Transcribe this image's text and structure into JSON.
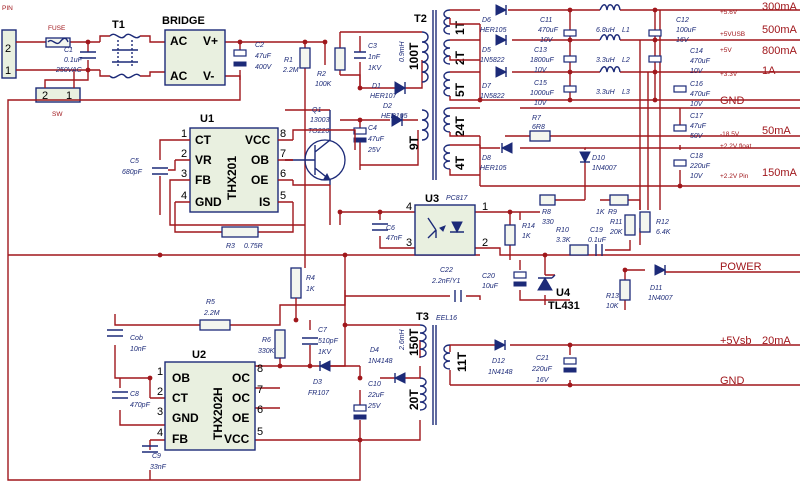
{
  "connectors": {
    "pin": {
      "title": "PIN",
      "pin1": "1",
      "pin2": "2"
    },
    "sw": {
      "title": "SW",
      "pin1": "1",
      "pin2": "2"
    }
  },
  "input": {
    "fuse": "FUSE",
    "c1_name": "C1",
    "c1_val1": "0.1uF",
    "c1_val2": "250VAC",
    "t1": "T1",
    "bridge": "BRIDGE",
    "ac1": "AC",
    "ac2": "AC",
    "vplus": "V+",
    "vminus": "V-",
    "c2_name": "C2",
    "c2_val1": "47uF",
    "c2_val2": "400V",
    "r1_name": "R1",
    "r1_val": "2.2M",
    "r2_name": "R2",
    "r2_val": "100K",
    "c3_name": "C3",
    "c3_val1": "1nF",
    "c3_val2": "1KV",
    "d1_name": "D1",
    "d1_val": "HER107",
    "q1_name": "Q1",
    "q1_val1": "13003",
    "q1_val2": "TO220",
    "d2_name": "D2",
    "d2_val": "HER105",
    "c4_name": "C4",
    "c4_val1": "47uF",
    "c4_val2": "25V"
  },
  "u1": {
    "name": "U1",
    "part": "THX201",
    "pins_left": [
      {
        "n": "1",
        "l": "CT"
      },
      {
        "n": "2",
        "l": "VR"
      },
      {
        "n": "3",
        "l": "FB"
      },
      {
        "n": "4",
        "l": "GND"
      }
    ],
    "pins_right": [
      {
        "n": "8",
        "l": "VCC"
      },
      {
        "n": "7",
        "l": "OB"
      },
      {
        "n": "6",
        "l": "OE"
      },
      {
        "n": "5",
        "l": "IS"
      }
    ],
    "c5_name": "C5",
    "c5_val": "680pF",
    "r3_name": "R3",
    "r3_val": "0.75R"
  },
  "t2": {
    "name": "T2",
    "primary": "100T",
    "primary_l": "0.9mH",
    "aux": "9T",
    "w1": "1T",
    "w2": "2T",
    "w3": "5T",
    "w4": "24T",
    "w5": "4T"
  },
  "secondary": {
    "d6_name": "D6",
    "d6_val": "HER105",
    "d5_name": "D5",
    "d5_val": "1N5822",
    "d7_name": "D7",
    "d7_val": "1N5822",
    "d8_name": "D8",
    "d8_val": "HER105",
    "r7_name": "R7",
    "r7_val": "6R8",
    "d10_name": "D10",
    "d10_val": "1N4007",
    "c11_name": "C11",
    "c11_val1": "470uF",
    "c11_val2": "10V",
    "c13_name": "C13",
    "c13_val1": "1800uF",
    "c13_val2": "10V",
    "c15_name": "C15",
    "c15_val1": "1000uF",
    "c15_val2": "10V",
    "l1_name": "L1",
    "l1_val": "6.8uH",
    "l2_name": "L2",
    "l2_val": "3.3uH",
    "l3_name": "L3",
    "l3_val": "3.3uH",
    "c12_name": "C12",
    "c12_val1": "100uF",
    "c12_val2": "16V",
    "c14_name": "C14",
    "c14_val1": "470uF",
    "c14_val2": "10V",
    "c16_name": "C16",
    "c16_val1": "470uF",
    "c16_val2": "10V",
    "c17_name": "C17",
    "c17_val1": "47uF",
    "c17_val2": "50V",
    "c18_name": "C18",
    "c18_val1": "220uF",
    "c18_val2": "10V"
  },
  "outputs": {
    "v1": "+5.6V",
    "i1": "300mA",
    "v2": "+5VUSB",
    "i2": "500mA",
    "v3": "+5V",
    "i3": "800mA",
    "v4": "+3.3V",
    "i4": "1A",
    "gnd": "GND",
    "v5": "-18.5V",
    "i5": "50mA",
    "v6": "+2.2V float",
    "v7": "+2.2V Pin",
    "i7": "150mA",
    "power": "POWER",
    "vsb": "+5Vsb",
    "isb": "20mA",
    "gnd2": "GND"
  },
  "feedback": {
    "u3_name": "U3",
    "u3_part": "PC817",
    "p4": "4",
    "p3": "3",
    "p1": "1",
    "p2": "2",
    "c6_name": "C6",
    "c6_val": "47nF",
    "r8_name": "R8",
    "r8_val": "330",
    "r9_name": "R9",
    "r9_val": "1K",
    "r14_name": "R14",
    "r14_val": "1K",
    "r10_name": "R10",
    "r10_val": "3.3K",
    "c19_name": "C19",
    "c19_val": "0.1uF",
    "r11_name": "R11",
    "r11_val": "20K",
    "r12_name": "R12",
    "r12_val": "6.4K",
    "c22_name": "C22",
    "c22_val": "2.2nF/Y1",
    "c20_name": "C20",
    "c20_val": "10uF",
    "u4_name": "U4",
    "u4_part": "TL431",
    "r13_name": "R13",
    "r13_val": "10K",
    "d11_name": "D11",
    "d11_val": "1N4007",
    "r4_name": "R4",
    "r4_val": "1K"
  },
  "standby": {
    "r5_name": "R5",
    "r5_val": "2.2M",
    "cob_name": "Cob",
    "cob_val": "10nF",
    "r6_name": "R6",
    "r6_val": "330K",
    "c7_name": "C7",
    "c7_val1": "510pF",
    "c7_val2": "1KV",
    "d3_name": "D3",
    "d3_val": "FR107",
    "d4_name": "D4",
    "d4_val": "1N4148",
    "c8_name": "C8",
    "c8_val": "470pF",
    "c9_name": "C9",
    "c9_val": "33nF",
    "c10_name": "C10",
    "c10_val1": "22uF",
    "c10_val2": "25V",
    "t3_name": "T3",
    "t3_core": "EEL16",
    "t3_primary": "150T",
    "t3_l": "2.6mH",
    "t3_sec": "11T",
    "t3_aux": "20T",
    "d12_name": "D12",
    "d12_val": "1N4148",
    "c21_name": "C21",
    "c21_val1": "220uF",
    "c21_val2": "16V"
  },
  "u2": {
    "name": "U2",
    "part": "THX202H",
    "pins_left": [
      {
        "n": "1",
        "l": "OB"
      },
      {
        "n": "2",
        "l": "CT"
      },
      {
        "n": "3",
        "l": "GND"
      },
      {
        "n": "4",
        "l": "FB"
      }
    ],
    "pins_right": [
      {
        "n": "8",
        "l": "OC"
      },
      {
        "n": "7",
        "l": "OC"
      },
      {
        "n": "6",
        "l": "OE"
      },
      {
        "n": "5",
        "l": "VCC"
      }
    ]
  }
}
